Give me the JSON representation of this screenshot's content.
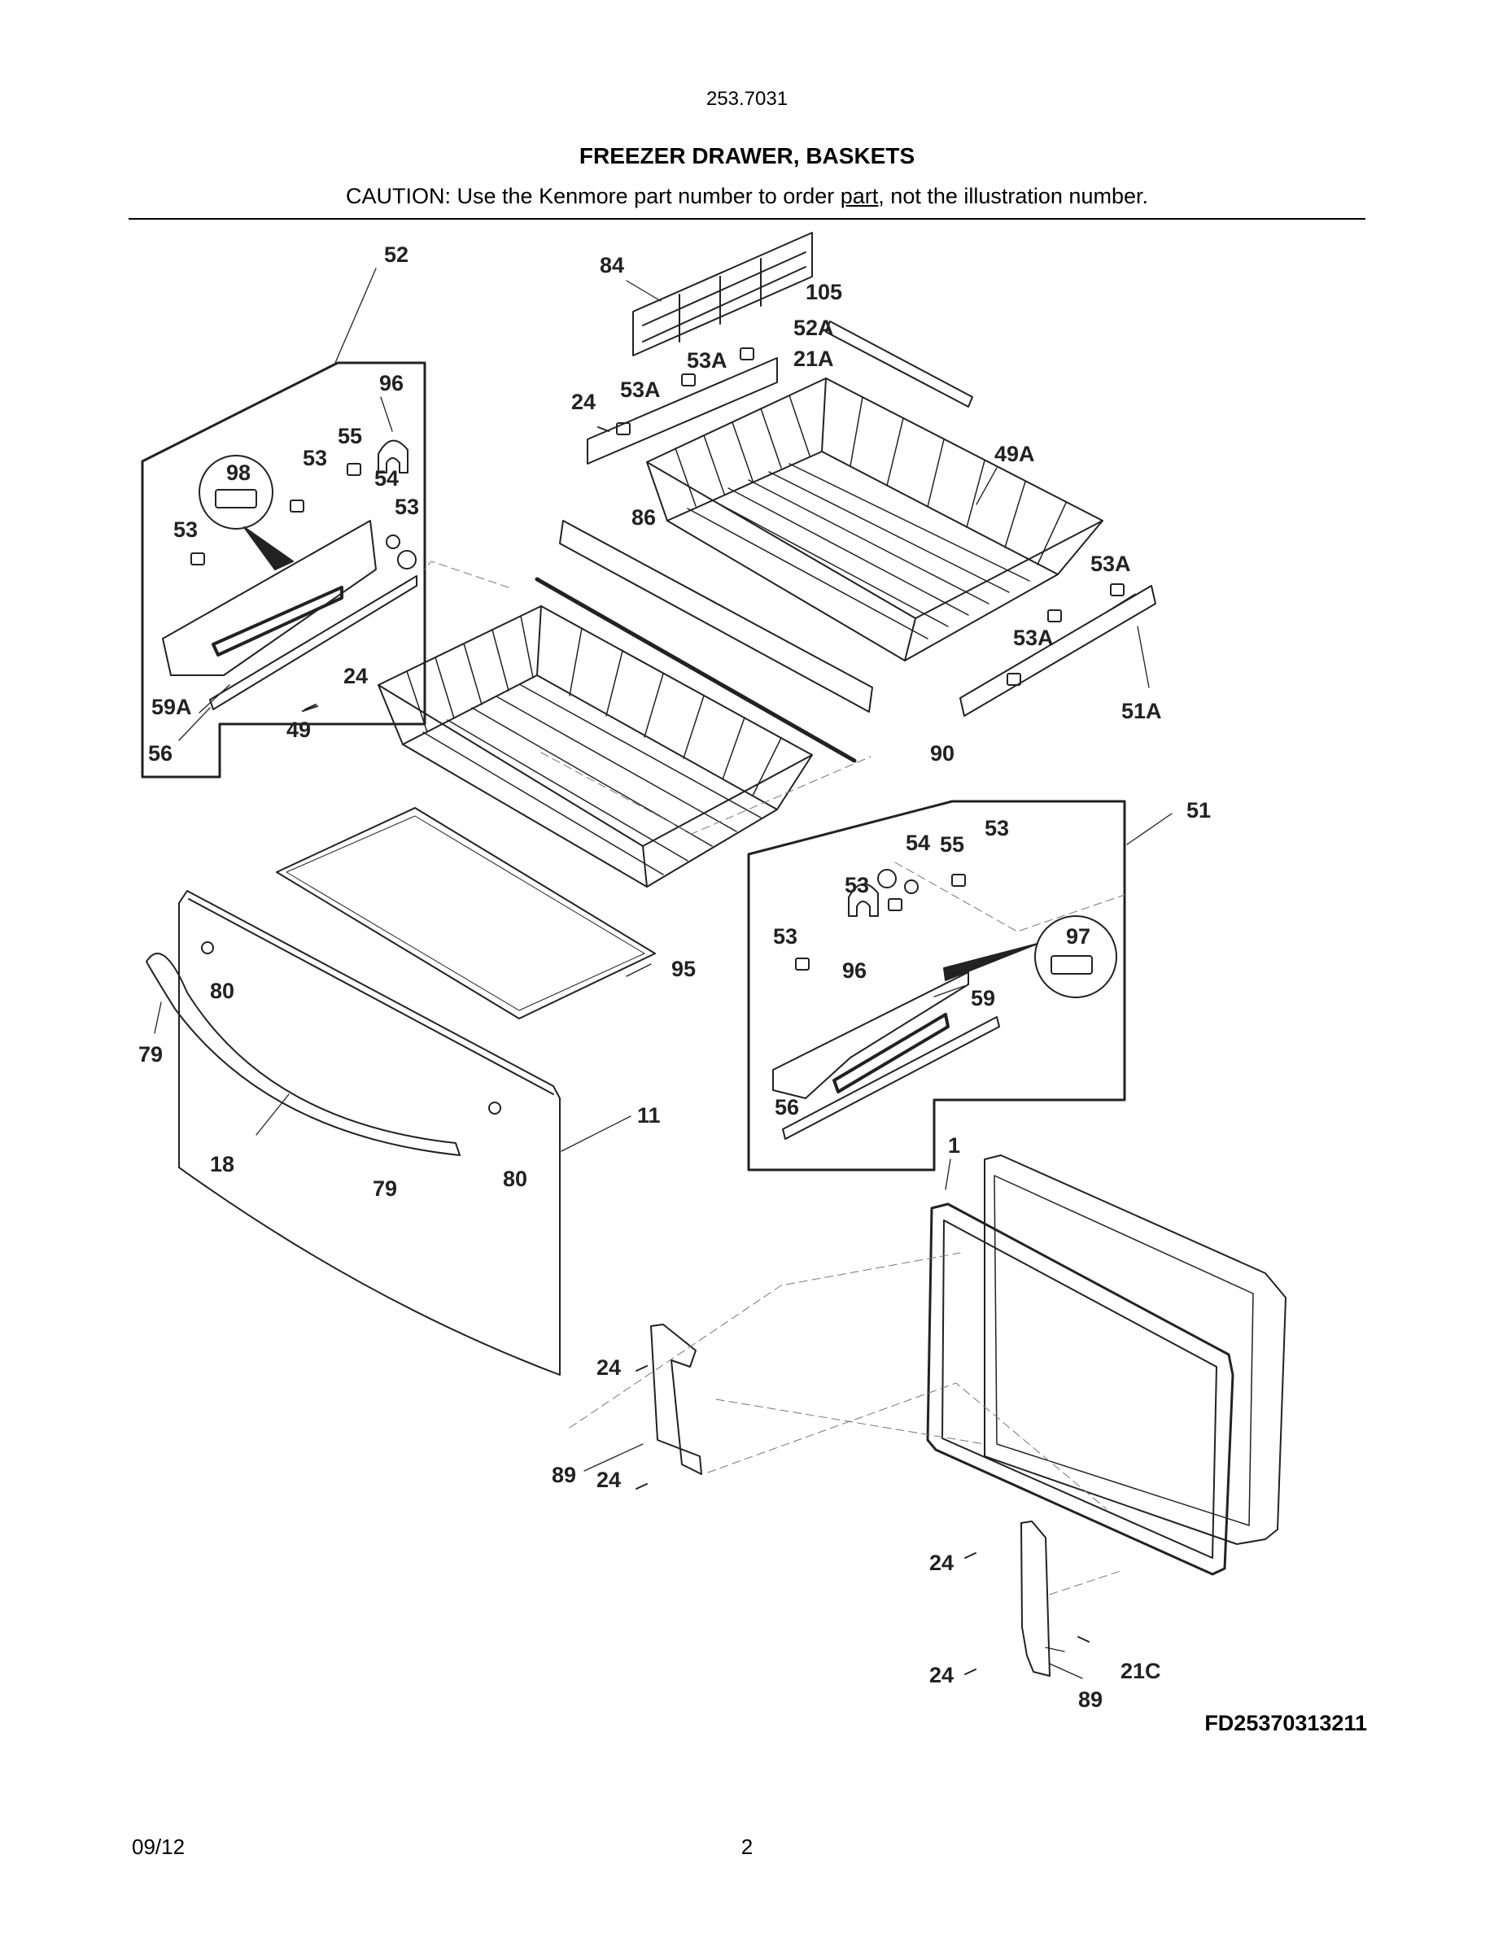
{
  "header": {
    "model_number": "253.7031",
    "section_title": "FREEZER DRAWER, BASKETS",
    "caution_before": "CAUTION: Use the Kenmore part number to order ",
    "caution_link": "part",
    "caution_after": ", not the illustration number."
  },
  "diagram": {
    "callouts": [
      "52",
      "96",
      "98",
      "53",
      "53",
      "55",
      "54",
      "53",
      "59A",
      "24",
      "49",
      "56",
      "84",
      "105",
      "52A",
      "53A",
      "21A",
      "53A",
      "24",
      "86",
      "49A",
      "53A",
      "53A",
      "51A",
      "90",
      "51",
      "54",
      "55",
      "53",
      "53",
      "53",
      "96",
      "97",
      "59",
      "56",
      "95",
      "80",
      "79",
      "18",
      "79",
      "80",
      "11",
      "1",
      "24",
      "89",
      "24",
      "24",
      "24",
      "21C",
      "89"
    ],
    "figure_code": "FD25370313211"
  },
  "footer": {
    "date": "09/12",
    "page": "2"
  }
}
